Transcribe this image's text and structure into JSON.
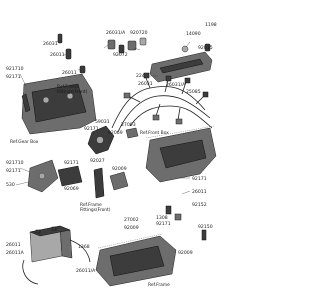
{
  "header": {
    "code": "1198"
  },
  "part_numbers": {
    "p_26031_a": "26031",
    "p_26011_top": "26011",
    "p_26011_left": "26011",
    "p_26031b_top": "26031/A",
    "p_92072_top": "92072",
    "p_920720_top": "920720",
    "p_14090": "14090",
    "p_92015_top": "92015",
    "p_921710_left": "921710",
    "p_92171_a": "92171",
    "p_224": "224",
    "p_26031_mid": "26031",
    "p_26031_right": "26031/A",
    "p_25085": "25085",
    "p_59031": "59031",
    "p_92171_mid": "92171",
    "p_27003": "27003",
    "p_92069_mid": "92069",
    "p_92027": "92027",
    "p_921710_b": "921710",
    "p_92171_b": "92171",
    "p_530": "530",
    "p_92171_c": "92171",
    "p_92069_b": "92069",
    "p_92009": "92009",
    "p_92171_d": "92171",
    "p_26011_r": "26011",
    "p_92152": "92152",
    "p_1308": "1308",
    "p_92171_e": "92171",
    "p_27002": "27002",
    "p_92009_b": "92009",
    "p_92150_e": "92150",
    "p_26011_bl": "26011",
    "p_26011a_bl": "26011A",
    "p_1368": "1368",
    "p_26011a_b": "26011/A",
    "p_92009_c": "92009"
  },
  "references": {
    "frame_fittings_front_top": "Ref.Frame\nFittings(Front)",
    "gear_box": "Ref.Gear Box",
    "frame_fittings_front_mid": "Ref.Frame\nFittings(Front)",
    "front_box": "Ref.Front Box",
    "frame_bottom": "Ref.Frame"
  },
  "colors": {
    "background": "#ffffff",
    "ink": "#1a1a1a",
    "part_fill": "#6d6d6d"
  }
}
